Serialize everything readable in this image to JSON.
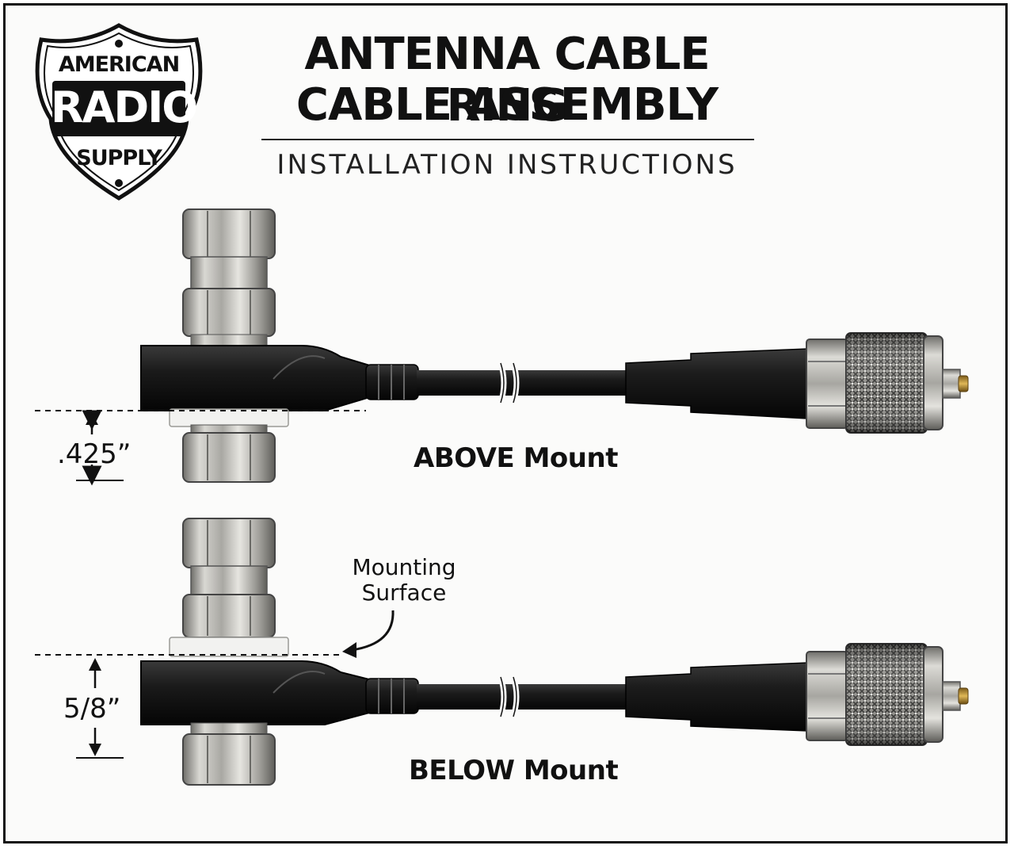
{
  "logo": {
    "line1": "AMERICAN",
    "line2": "RADIO",
    "line3": "SUPPLY"
  },
  "header": {
    "title_line1": "ANTENNA CABLE RING",
    "title_line2": "CABLE ASSEMBLY",
    "subtitle": "INSTALLATION INSTRUCTIONS"
  },
  "diagrams": {
    "above": {
      "label": "ABOVE Mount",
      "dimension": ".425”"
    },
    "below": {
      "label": "BELOW Mount",
      "dimension": "5/8”",
      "callout_line1": "Mounting",
      "callout_line2": "Surface"
    }
  },
  "colors": {
    "cable": "#141414",
    "metal": "#b8b6b0",
    "washer": "#f2f2f0",
    "pin": "#c9a040",
    "frame": "#111111"
  }
}
